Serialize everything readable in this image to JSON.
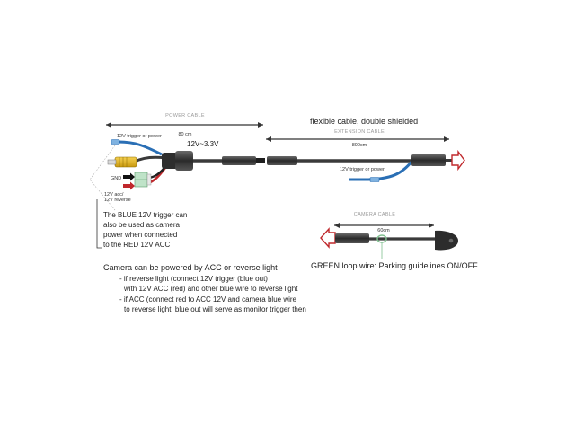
{
  "power_cable": {
    "caption": "POWER CABLE",
    "length": "80 cm",
    "trigger_label": "12V trigger or power",
    "voltage_label": "12V~3.3V",
    "gnd_label": "GND",
    "acc_label_1": "12V acc/",
    "acc_label_2": "12V reverse"
  },
  "extension_cable": {
    "header": "flexible cable, double shielded",
    "caption": "EXTENSION CABLE",
    "length": "800cm",
    "trigger_label": "12V trigger or power"
  },
  "camera_cable": {
    "caption": "CAMERA CABLE",
    "length": "60cm",
    "green_loop_note": "GREEN loop wire: Parking guidelines ON/OFF"
  },
  "blue_note": {
    "lines": [
      "The BLUE 12V trigger can",
      "also be used as camera",
      "power when connected",
      "to the RED 12V ACC"
    ]
  },
  "power_note": {
    "title": "Camera can be powered by ACC or reverse light",
    "lines": [
      "- if reverse light (connect 12V trigger (blue out)",
      "with 12V ACC (red) and other blue wire to reverse light",
      "- if ACC (connect red to ACC 12V and camera blue wire",
      "to reverse light, blue out will serve as monitor trigger then"
    ]
  },
  "colors": {
    "cable": "#3a3a3a",
    "blue_wire": "#2a6fb5",
    "red_wire": "#c0282c",
    "rca_yellow": "#e8b820",
    "green_loop": "#7fbf8f",
    "arrow_red": "#c0282c",
    "dim_line": "#333333"
  }
}
